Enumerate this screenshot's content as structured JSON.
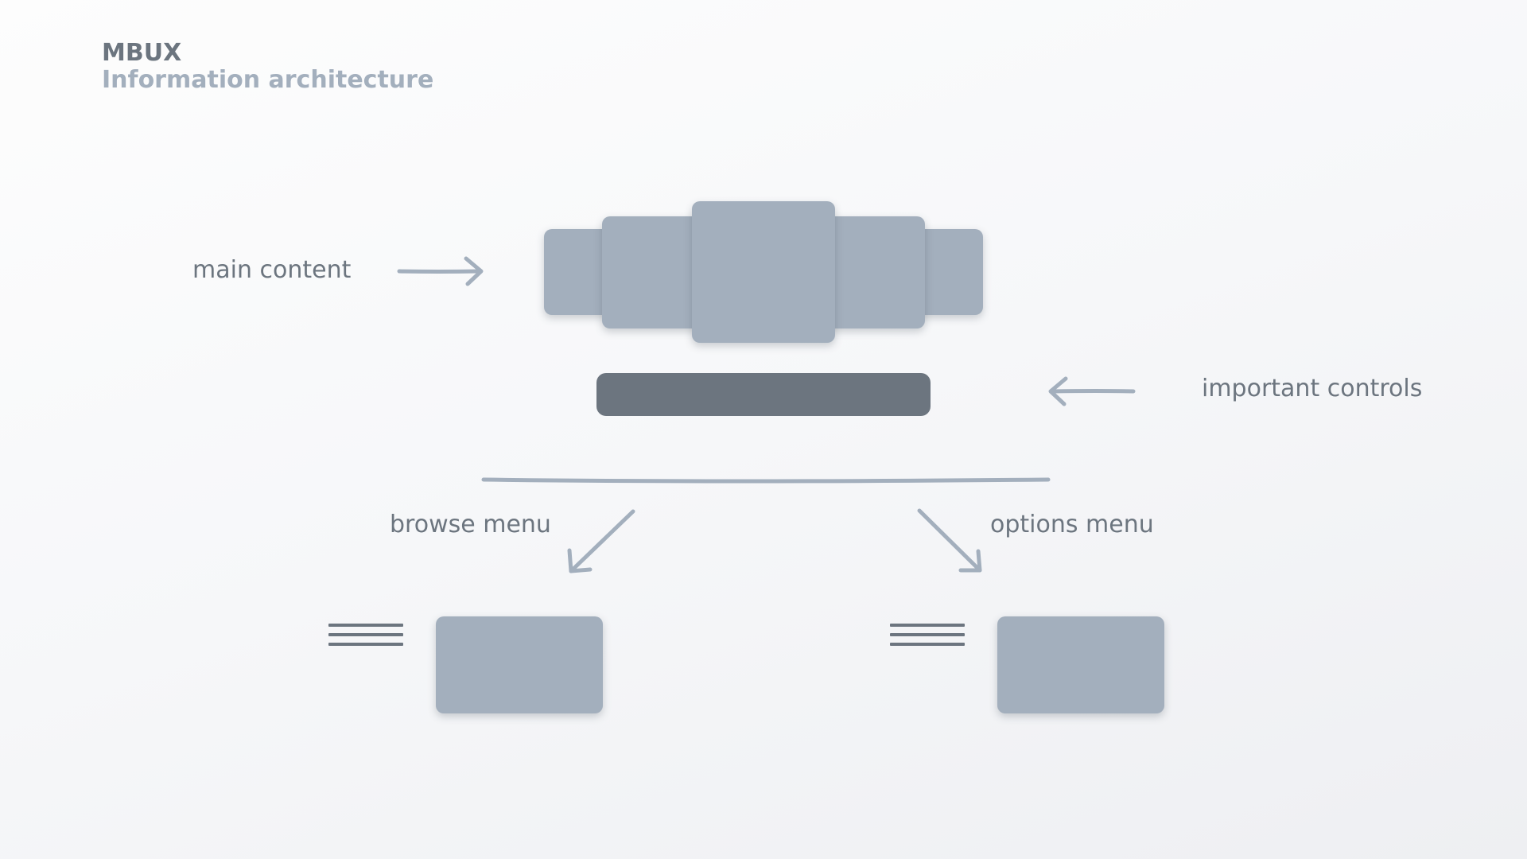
{
  "header": {
    "title": "MBUX",
    "subtitle": "Information architecture"
  },
  "labels": {
    "main_content": "main content",
    "important_controls": "important controls",
    "browse_menu": "browse menu",
    "options_menu": "options menu"
  },
  "colors": {
    "card": "#a3afbd",
    "controls_bar": "#6c757f",
    "arrow": "#a3afbd",
    "text": "#6c757f"
  },
  "icons": {
    "menu_lines": "hamburger-lines-icon",
    "arrow": "hand-drawn-arrow-icon"
  }
}
